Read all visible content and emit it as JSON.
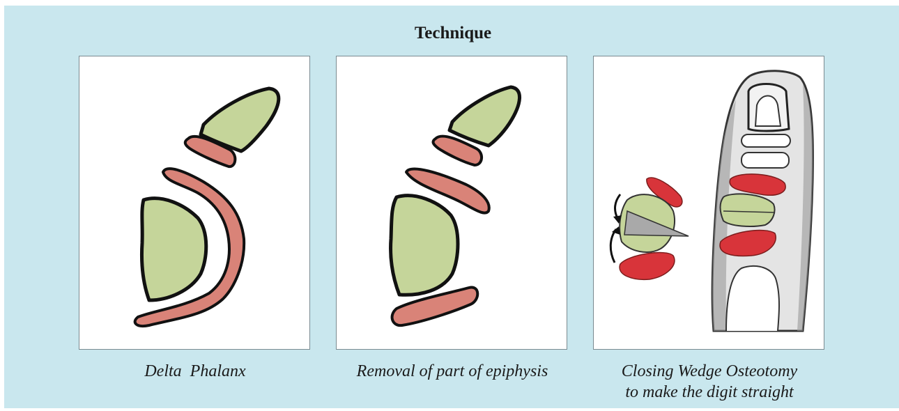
{
  "title": "Technique",
  "panels": [
    {
      "caption": "Delta  Phalanx"
    },
    {
      "caption": "Removal of part of epiphysis"
    },
    {
      "caption_line1": "Closing Wedge Osteotomy",
      "caption_line2": "to make the digit straight"
    }
  ],
  "colors": {
    "background": "#c9e7ee",
    "bone": "#c5d59a",
    "cartilage": "#d98378",
    "red_epiphysis": "#d8343a",
    "wedge": "#a9a9a9",
    "outline": "#111111"
  }
}
